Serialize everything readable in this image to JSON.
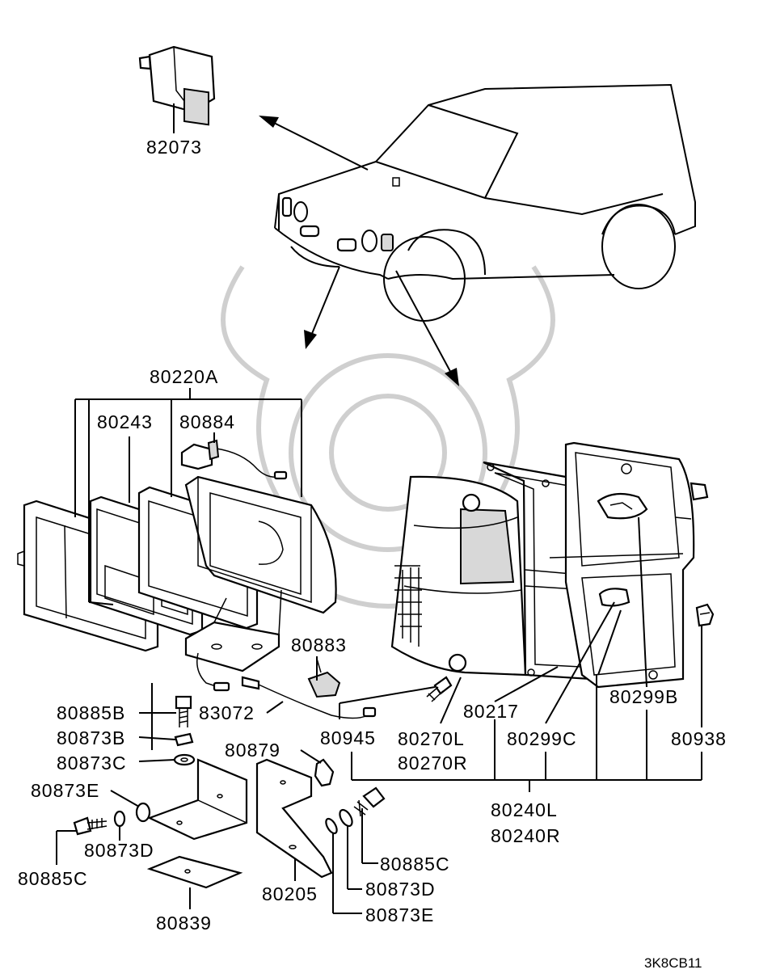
{
  "labels": {
    "l82073": "82073",
    "l80220A": "80220A",
    "l80243": "80243",
    "l80884": "80884",
    "l80883": "80883",
    "l80885B": "80885B",
    "l83072": "83072",
    "l80873B": "80873B",
    "l80873C": "80873C",
    "l80879": "80879",
    "l80945": "80945",
    "l80270L": "80270L",
    "l80270R": "80270R",
    "l80217": "80217",
    "l80299C": "80299C",
    "l80299B": "80299B",
    "l80938": "80938",
    "l80873E_left": "80873E",
    "l80873D_left": "80873D",
    "l80885C_left": "80885C",
    "l80240L": "80240L",
    "l80240R": "80240R",
    "l80885C_right": "80885C",
    "l80873D_right": "80873D",
    "l80873E_right": "80873E",
    "l80205": "80205",
    "l80839": "80839",
    "diagram_code": "3K8CB11"
  }
}
